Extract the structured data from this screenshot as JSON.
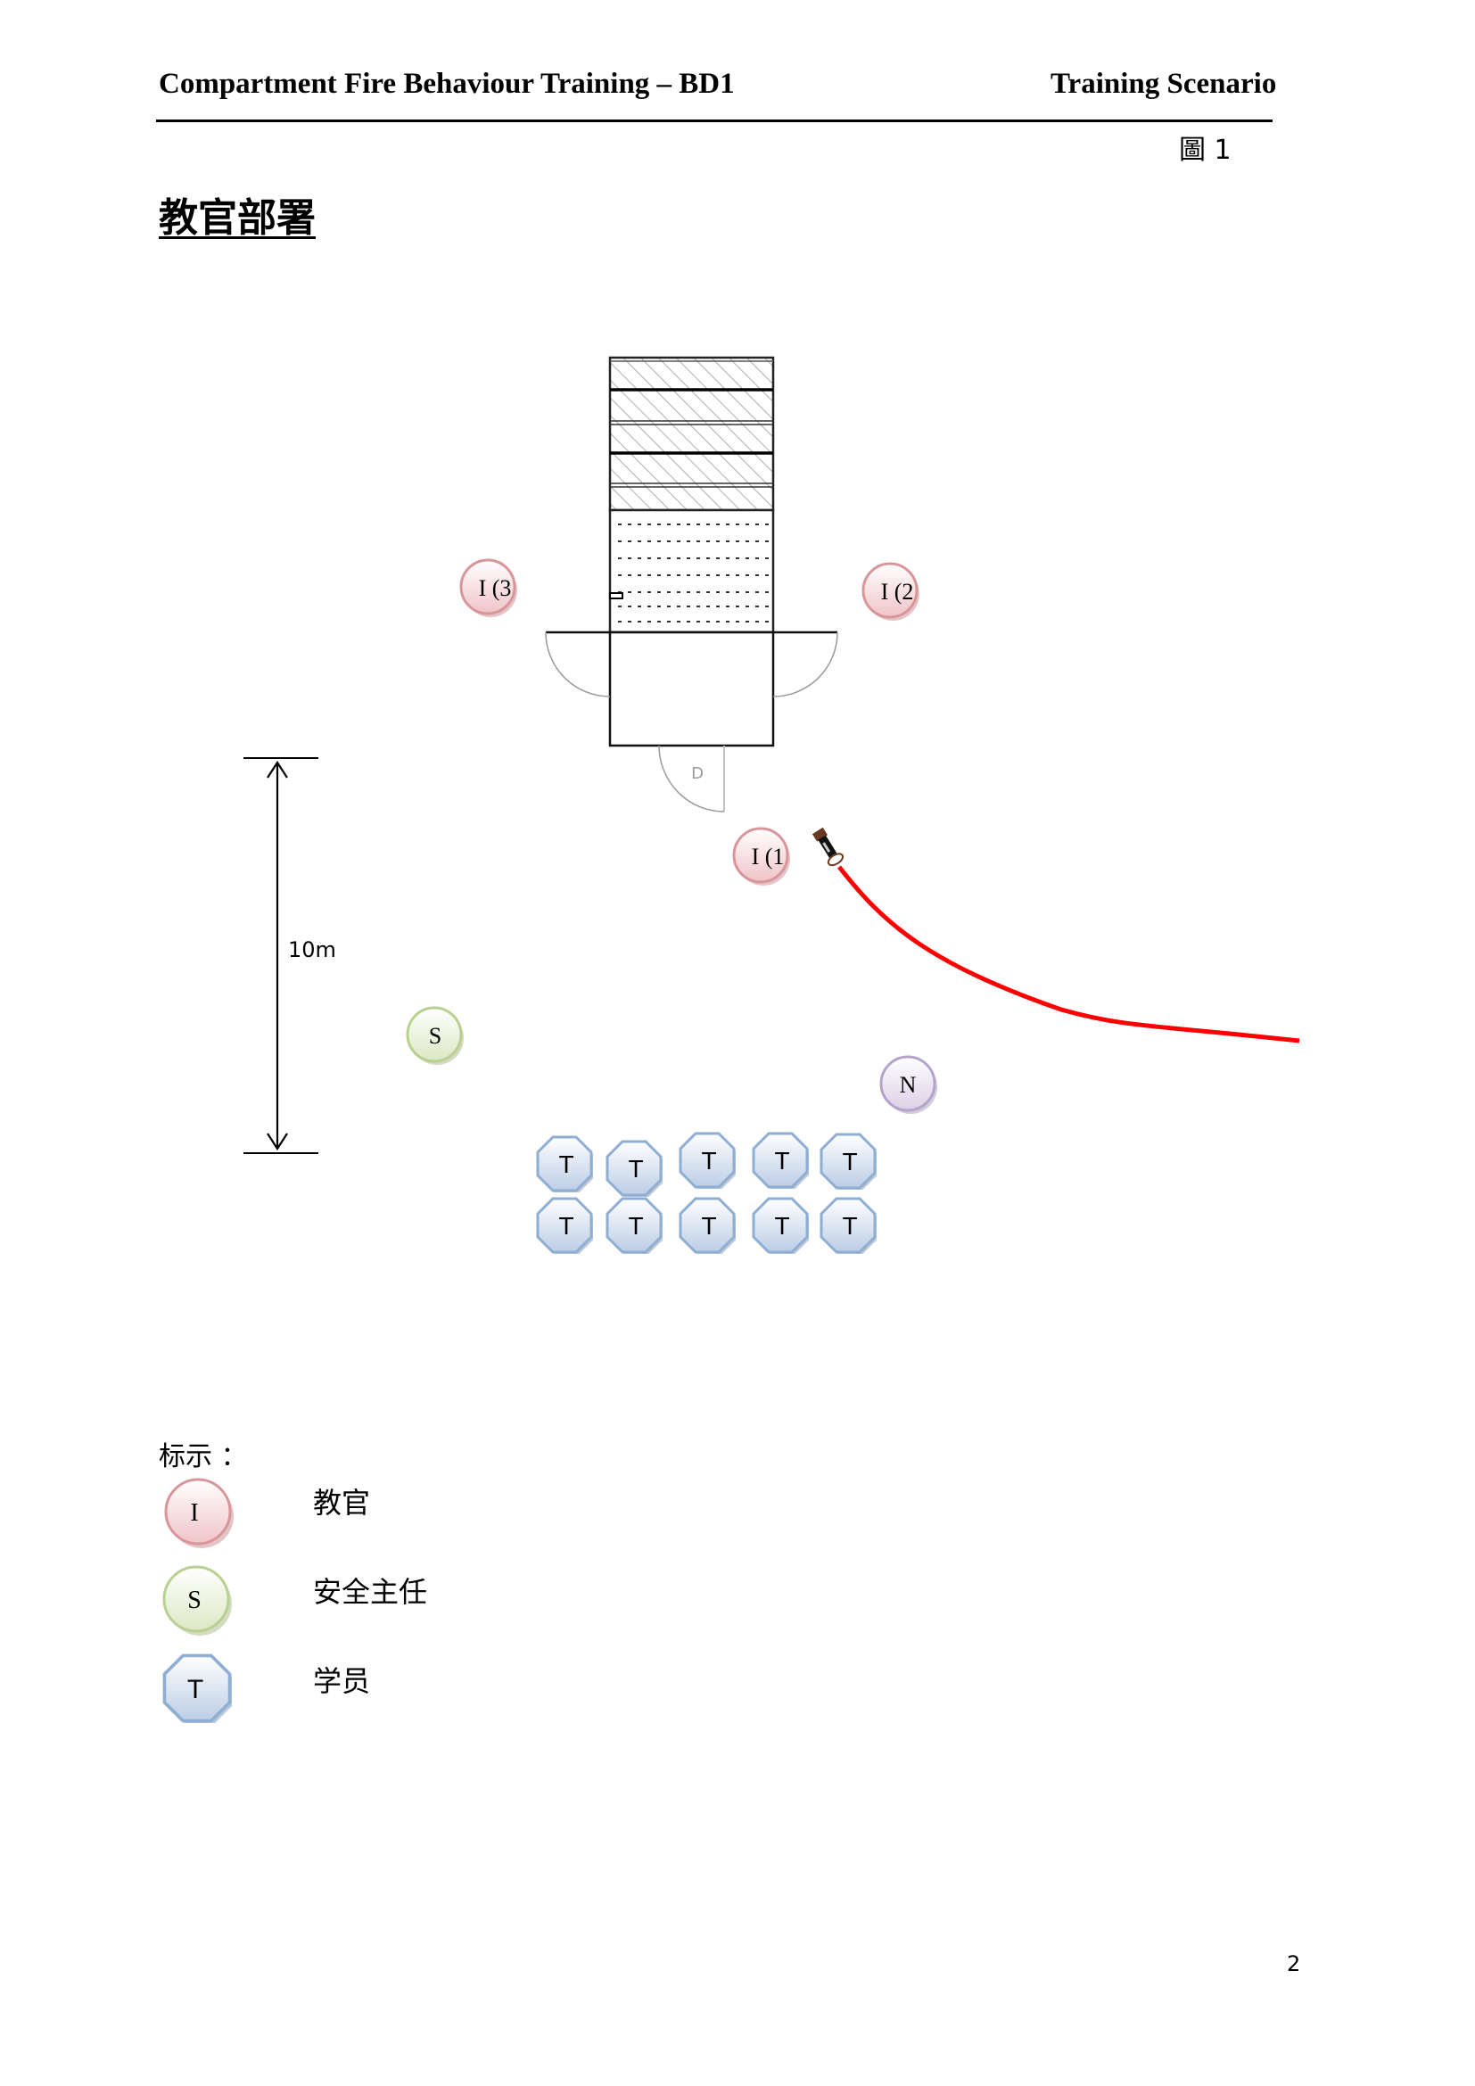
{
  "header": {
    "left": "Compartment Fire Behaviour Training – BD1",
    "right": "Training Scenario"
  },
  "figure_label": "圖 1",
  "page_title": "教官部署",
  "diagram": {
    "door_label": "D",
    "scale_label": "10m",
    "instructors": [
      {
        "label": "I (3",
        "id": "I3"
      },
      {
        "label": "I (2",
        "id": "I2"
      },
      {
        "label": "I (1",
        "id": "I1"
      }
    ],
    "safety_officer": "S",
    "nozzle_operator": "N",
    "trainee_label": "T",
    "trainee_count": 10,
    "colors": {
      "instructor": "#e8a8ac",
      "safety": "#c8dca8",
      "nozzle": "#c8bcd8",
      "trainee": "#c4d4ea",
      "hose": "#ff0000"
    }
  },
  "legend": {
    "title": "标示 ：",
    "items": [
      {
        "symbol": "I",
        "label": "教官"
      },
      {
        "symbol": "S",
        "label": "安全主任"
      },
      {
        "symbol": "T",
        "label": "学员"
      }
    ]
  },
  "page_number": "2"
}
